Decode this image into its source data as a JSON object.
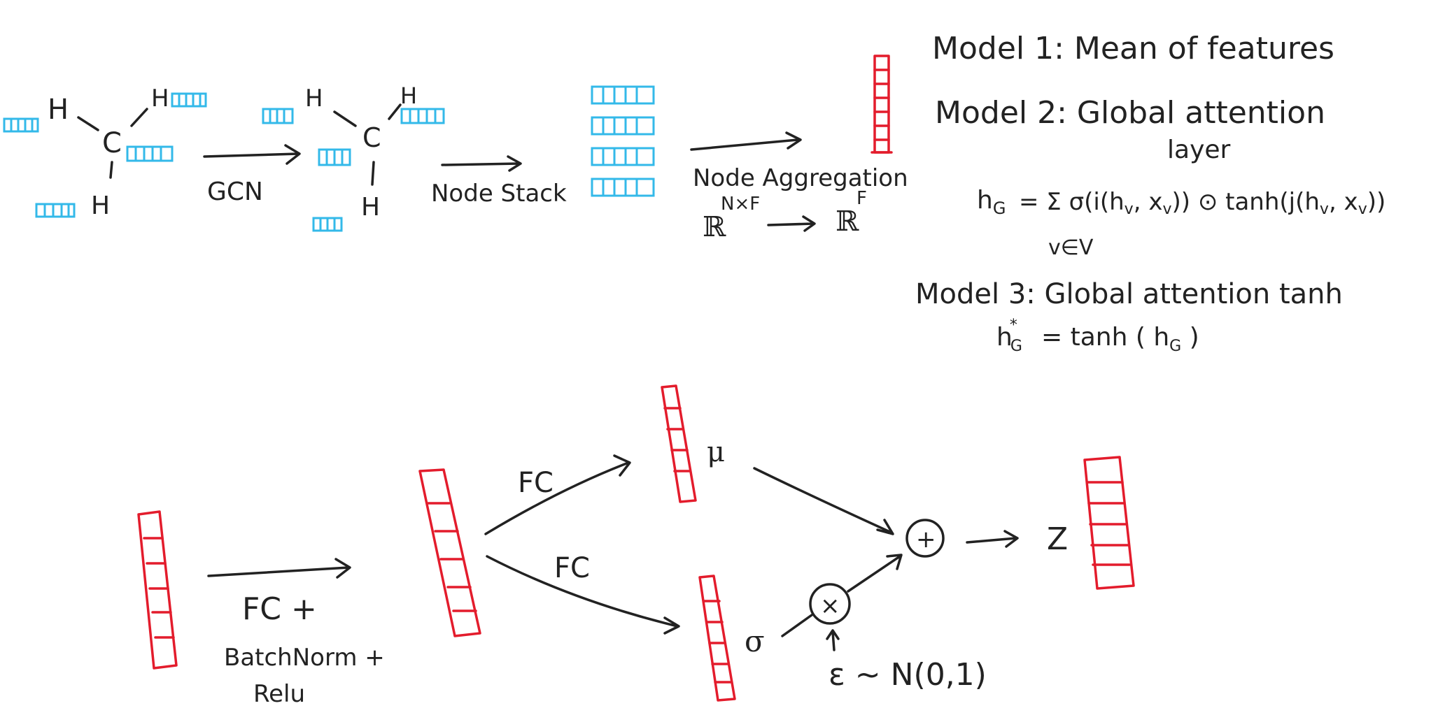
{
  "colors": {
    "ink": "#222222",
    "node_feature": "#33b9e9",
    "graph_vector": "#e31c2c",
    "background": "#ffffff"
  },
  "molecule": {
    "carbon": "C",
    "hydrogen": "H"
  },
  "pipeline": {
    "gcn_label": "GCN",
    "node_stack_label": "Node Stack",
    "aggregation_label": "Node Aggregation",
    "input_space": "ℝ",
    "input_dims": "N×F",
    "output_space": "ℝ",
    "output_dims": "F"
  },
  "models": {
    "model1": "Model 1: Mean of features",
    "model2_line1": "Model 2: Global attention",
    "model2_line2": "layer",
    "model2_formula_lhs": "h",
    "model2_formula_sub": "G",
    "model2_formula_rhs": "= Σ σ(i(h",
    "model2_formula_rest": ", x",
    "model2_formula_tail": ")) ⊙ tanh(j(h",
    "model2_formula_end": ", x",
    "model2_formula_close": "))",
    "model2_sum_index": "v∈V",
    "model2_v": "v",
    "model3": "Model 3: Global attention tanh",
    "model3_formula_lhs": "h",
    "model3_formula_sup": "*",
    "model3_formula_sub": "G",
    "model3_formula_rhs": "= tanh ( h",
    "model3_formula_sub2": "G",
    "model3_formula_close": " )"
  },
  "encoder": {
    "fc_bn_line1": "FC +",
    "fc_bn_line2": "BatchNorm +",
    "fc_bn_line3": "Relu",
    "fc_mu_label": "FC",
    "fc_sigma_label": "FC",
    "mu_symbol": "μ",
    "sigma_symbol": "σ",
    "multiply_symbol": "×",
    "plus_symbol": "+",
    "epsilon_label": "ε ~ N(0,1)",
    "z_label": "Z"
  }
}
